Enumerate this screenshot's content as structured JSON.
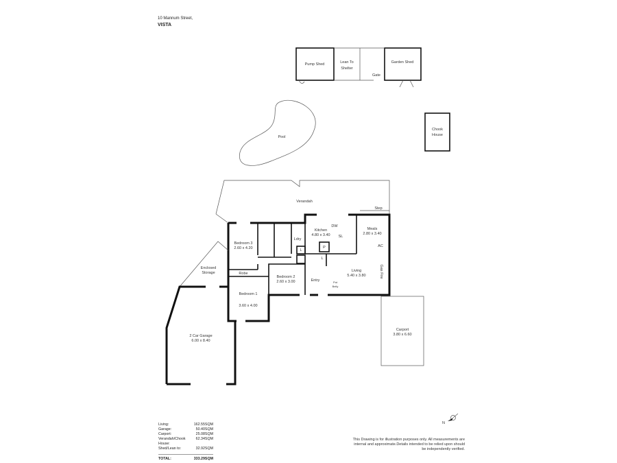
{
  "header": {
    "address": "10 Mannum Street,",
    "suburb": "VISTA"
  },
  "rooms": {
    "pump_shed": "Pump Shed",
    "lean_to_1": "Lean To",
    "lean_to_2": "Shelter",
    "gate": "Gate",
    "garden_shed": "Garden Shed",
    "chook_1": "Chook",
    "chook_2": "House",
    "pool": "Pool",
    "verandah": "Verandah",
    "step": "Step",
    "bedroom3": "Bedroom 3",
    "bedroom3_size": "2.60 x 4.20",
    "ldry": "Ldry",
    "kitchen": "Kitchen",
    "kitchen_size": "4.80 x 3.40",
    "dw": "DW",
    "sl": "SL",
    "p": "P",
    "l1": "L",
    "l2": "L",
    "meals": "Meals",
    "meals_size": "2.80 x 3.40",
    "ac": "AC",
    "gas_fire": "Gas Fire",
    "living": "Living",
    "living_size": "5.40 x 3.80",
    "pot_belly_1": "Pot",
    "pot_belly_2": "Belly",
    "entry": "Entry",
    "bedroom2": "Bedroom 2",
    "bedroom2_size": "2.60 x 3.00",
    "robe": "Robe",
    "bedroom1": "Bedroom 1",
    "bedroom1_size": "3.60 x 4.00",
    "enclosed_1": "Enclosed",
    "enclosed_2": "Storage",
    "garage": "2 Car Garage",
    "garage_size": "6.00 x 8.40",
    "carport": "Carport",
    "carport_size": "3.80 x 6.60",
    "north": "N"
  },
  "areas": [
    {
      "label": "Living:",
      "value": "162.55SQM"
    },
    {
      "label": "Garage:",
      "value": "50.40SQM"
    },
    {
      "label": "Carport:",
      "value": "25.08SQM"
    },
    {
      "label": "Verandah/Chook House:",
      "value": "62.34SQM"
    },
    {
      "label": "Shed/Lean to:",
      "value": "32.92SQM"
    }
  ],
  "total": {
    "label": "TOTAL:",
    "value": "333.29SQM"
  },
  "disclaimer": "This Drawing is for illustration purposes only. All measurements are internal and approximate.Details intended to be relied upon should be independently verified."
}
